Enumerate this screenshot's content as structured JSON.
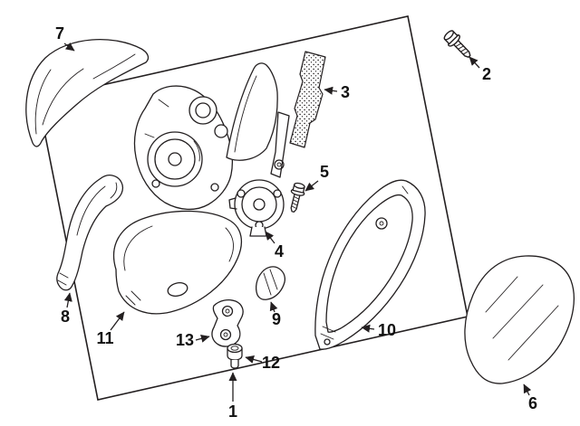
{
  "diagram": {
    "background_color": "#ffffff",
    "line_color": "#231f20",
    "callouts": [
      {
        "label": "1"
      },
      {
        "label": "2"
      },
      {
        "label": "3"
      },
      {
        "label": "4"
      },
      {
        "label": "5"
      },
      {
        "label": "6"
      },
      {
        "label": "7"
      },
      {
        "label": "8"
      },
      {
        "label": "9"
      },
      {
        "label": "10"
      },
      {
        "label": "11"
      },
      {
        "label": "12"
      },
      {
        "label": "13"
      }
    ]
  }
}
